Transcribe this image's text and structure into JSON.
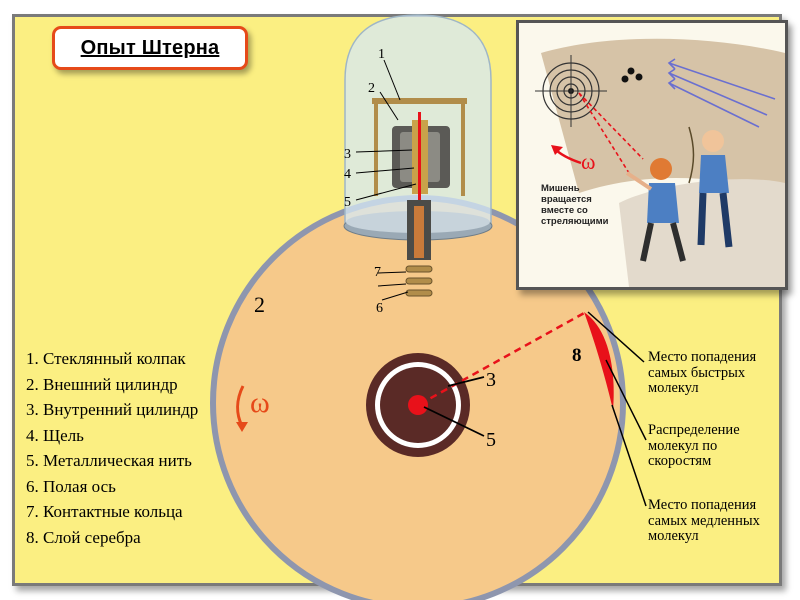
{
  "title": "Опыт Штерна",
  "legend": [
    "1. Стеклянный колпак",
    "2. Внешний цилиндр",
    "3. Внутренний цилиндр",
    "4. Щель",
    "5. Металлическая нить",
    "6. Полая ось",
    "7. Контактные кольца",
    "8. Слой серебра"
  ],
  "apparatus_numbers": [
    "1",
    "2",
    "3",
    "4",
    "5",
    "7",
    "6"
  ],
  "disk_labels": {
    "outer_cylinder": "2",
    "inner_cylinder": "3",
    "filament": "5",
    "silver_layer": "8",
    "omega": "ω"
  },
  "annotations": {
    "fastest": [
      "Место попадения",
      "самых быстрых",
      "молекул"
    ],
    "distribution": [
      "Распределение",
      "молекул по",
      "скоростям"
    ],
    "slowest": [
      "Место попадения",
      "самых медленных",
      "молекул"
    ]
  },
  "inset": {
    "omega": "ω",
    "caption": [
      "Мишень",
      "вращается",
      "вместе со",
      "стреляющими"
    ]
  },
  "colors": {
    "background": "#fbef82",
    "disk": "#f6c98a",
    "disk_rim": "#8e96ae",
    "inner_dark": "#5a2a26",
    "silver_layer": "#e8111a",
    "title_border": "#e64a19"
  },
  "icons": [
    "rotation-arrow-icon",
    "target-icon",
    "arrow-icon",
    "archer-figure",
    "shooter-figure"
  ]
}
